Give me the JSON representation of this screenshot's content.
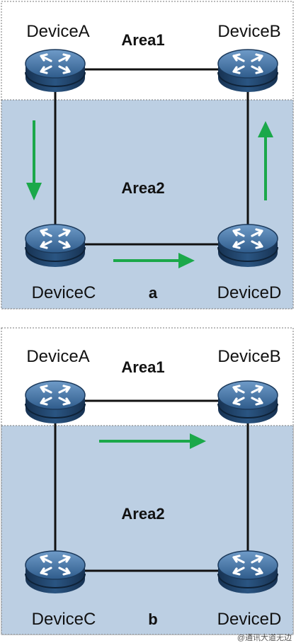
{
  "panels": [
    {
      "id": "a",
      "label": "a",
      "area1": "Area1",
      "area2": "Area2",
      "devices": {
        "A": "DeviceA",
        "B": "DeviceB",
        "C": "DeviceC",
        "D": "DeviceD"
      },
      "flow": [
        "DeviceA",
        "DeviceC",
        "DeviceD",
        "DeviceB"
      ]
    },
    {
      "id": "b",
      "label": "b",
      "area1": "Area1",
      "area2": "Area2",
      "devices": {
        "A": "DeviceA",
        "B": "DeviceB",
        "C": "DeviceC",
        "D": "DeviceD"
      },
      "flow": [
        "DeviceA",
        "DeviceB"
      ]
    }
  ],
  "watermark": "@通讯大道无边",
  "colors": {
    "area2_fill": "#bccfe3",
    "border": "#777777",
    "link": "#111111",
    "arrow": "#1ba84a",
    "router_body": "#1f3f66",
    "router_top": "#3f6e9e"
  },
  "icons": {
    "router": "router-icon",
    "arrow": "flow-arrow"
  }
}
